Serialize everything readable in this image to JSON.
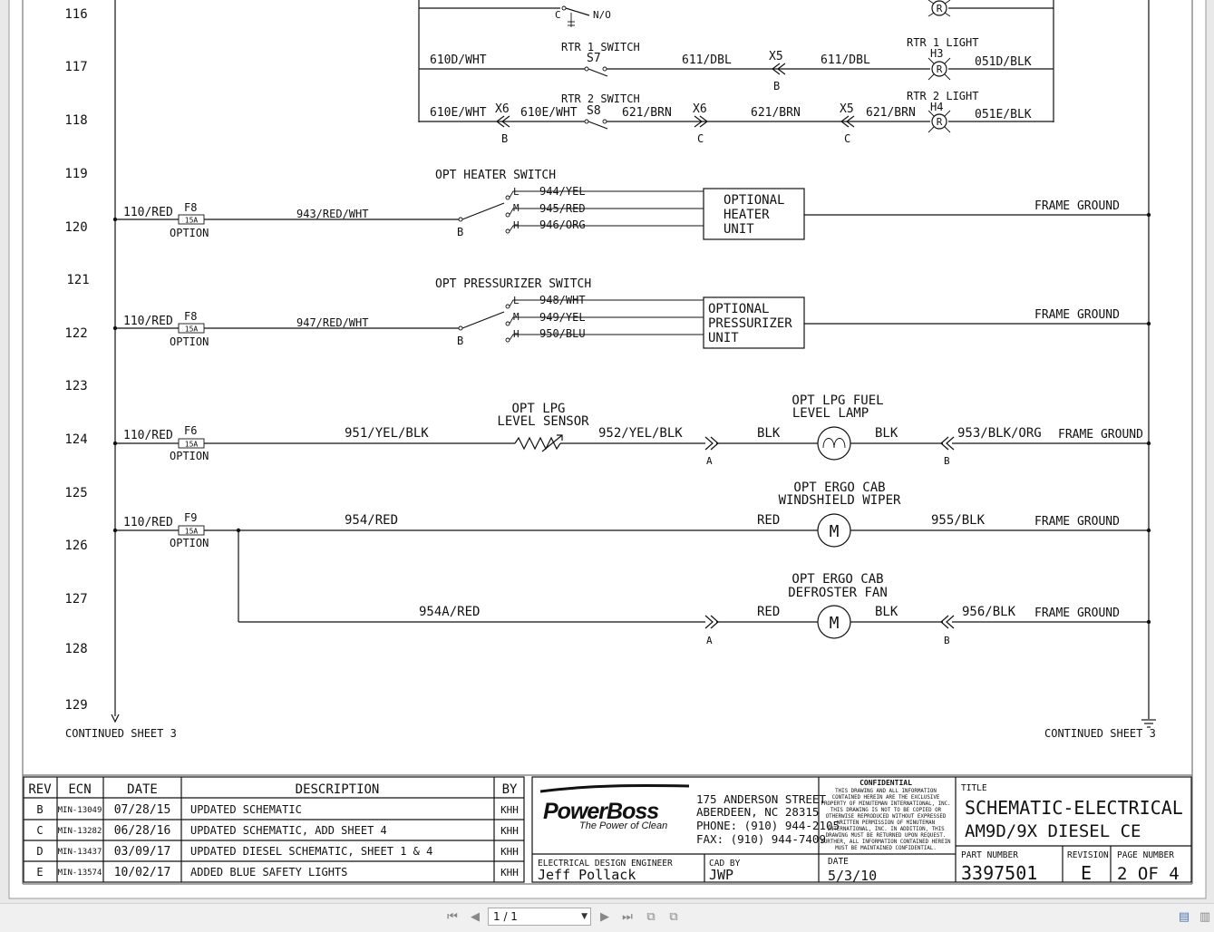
{
  "rows": [
    "116",
    "117",
    "118",
    "119",
    "120",
    "121",
    "122",
    "123",
    "124",
    "125",
    "126",
    "127",
    "128",
    "129"
  ],
  "top": {
    "c_no": "C",
    "n_o": "N/O",
    "rtr1_switch": "RTR 1 SWITCH",
    "s7": "S7",
    "rtr1_light": "RTR 1 LIGHT",
    "h3": "H3",
    "rtr2_switch": "RTR 2 SWITCH",
    "s8": "S8",
    "rtr2_light": "RTR 2 LIGHT",
    "h4": "H4",
    "lamp_r": "R",
    "w610d": "610D/WHT",
    "w611a": "611/DBL",
    "x5": "X5",
    "b": "B",
    "w611b": "611/DBL",
    "w051d": "051D/BLK",
    "w610e": "610E/WHT",
    "x6": "X6",
    "w610e2": "610E/WHT",
    "w621a": "621/BRN",
    "c": "C",
    "w621b": "621/BRN",
    "w621c": "621/BRN",
    "w051e": "051E/BLK"
  },
  "heater": {
    "title": "OPT HEATER SWITCH",
    "feed": "110/RED",
    "fuse": "F8",
    "fuse_rating": "15A",
    "option": "OPTION",
    "wire": "943/RED/WHT",
    "b": "B",
    "l": "L",
    "m": "M",
    "h": "H",
    "wl": "944/YEL",
    "wm": "945/RED",
    "wh": "946/ORG",
    "unit": [
      "OPTIONAL",
      "HEATER",
      "UNIT"
    ],
    "ground": "FRAME GROUND"
  },
  "pressurizer": {
    "title": "OPT PRESSURIZER SWITCH",
    "feed": "110/RED",
    "fuse": "F8",
    "fuse_rating": "15A",
    "option": "OPTION",
    "wire": "947/RED/WHT",
    "b": "B",
    "l": "L",
    "m": "M",
    "h": "H",
    "wl": "948/WHT",
    "wm": "949/YEL",
    "wh": "950/BLU",
    "unit": [
      "OPTIONAL",
      "PRESSURIZER",
      "UNIT"
    ],
    "ground": "FRAME GROUND"
  },
  "lpg": {
    "feed": "110/RED",
    "fuse": "F6",
    "fuse_rating": "15A",
    "option": "OPTION",
    "w1": "951/YEL/BLK",
    "sensor": [
      "OPT LPG",
      "LEVEL SENSOR"
    ],
    "w2": "952/YEL/BLK",
    "conn_a": "A",
    "blk1": "BLK",
    "lamp": [
      "OPT LPG FUEL",
      "LEVEL LAMP"
    ],
    "blk2": "BLK",
    "conn_b": "B",
    "w3": "953/BLK/ORG",
    "ground": "FRAME GROUND"
  },
  "wiper": {
    "feed": "110/RED",
    "fuse": "F9",
    "fuse_rating": "15A",
    "option": "OPTION",
    "w1": "954/RED",
    "label": [
      "OPT ERGO CAB",
      "WINDSHIELD WIPER"
    ],
    "red": "RED",
    "motor": "M",
    "w2": "955/BLK",
    "ground": "FRAME GROUND"
  },
  "defroster": {
    "w1": "954A/RED",
    "label": [
      "OPT ERGO CAB",
      "DEFROSTER FAN"
    ],
    "conn_a": "A",
    "red": "RED",
    "motor": "M",
    "blk": "BLK",
    "conn_b": "B",
    "w2": "956/BLK",
    "ground": "FRAME GROUND"
  },
  "continued_left": "CONTINUED SHEET 3",
  "continued_right": "CONTINUED SHEET 3",
  "revisions": {
    "headers": [
      "REV",
      "ECN",
      "DATE",
      "DESCRIPTION",
      "BY"
    ],
    "rows": [
      {
        "rev": "B",
        "ecn": "MIN-13049",
        "date": "07/28/15",
        "desc": "UPDATED SCHEMATIC",
        "by": "KHH"
      },
      {
        "rev": "C",
        "ecn": "MIN-13282",
        "date": "06/28/16",
        "desc": "UPDATED SCHEMATIC, ADD SHEET 4",
        "by": "KHH"
      },
      {
        "rev": "D",
        "ecn": "MIN-13437",
        "date": "03/09/17",
        "desc": "UPDATED DIESEL SCHEMATIC, SHEET 1 & 4",
        "by": "KHH"
      },
      {
        "rev": "E",
        "ecn": "MIN-13574",
        "date": "10/02/17",
        "desc": "ADDED BLUE SAFETY LIGHTS",
        "by": "KHH"
      }
    ]
  },
  "company": {
    "logo": "PowerBoss",
    "tagline": "The Power of Clean",
    "address": [
      "175 ANDERSON STREET",
      "ABERDEEN, NC 28315",
      "PHONE: (910) 944-2105",
      "FAX: (910) 944-7409"
    ]
  },
  "confidential": {
    "title": "CONFIDENTIAL",
    "body": [
      "THIS DRAWING AND ALL INFORMATION",
      "CONTAINED HEREIN ARE THE EXCLUSIVE",
      "PROPERTY OF MINUTEMAN INTERNATIONAL, INC.",
      "THIS DRAWING IS NOT TO BE COPIED OR",
      "OTHERWISE REPRODUCED WITHOUT EXPRESSED",
      "WRITTEN PERMISSION OF MINUTEMAN",
      "INTERNATIONAL, INC. IN ADDITION, THIS",
      "DRAWING MUST BE RETURNED UPON REQUEST.",
      "FURTHER, ALL INFORMATION CONTAINED HEREIN",
      "MUST BE MAINTAINED CONFIDENTIAL."
    ]
  },
  "title_block": {
    "title_label": "TITLE",
    "title": [
      "SCHEMATIC-ELECTRICAL",
      "AM9D/9X DIESEL CE"
    ],
    "engineer_label": "ELECTRICAL DESIGN ENGINEER",
    "engineer": "Jeff Pollack",
    "cad_label": "CAD BY",
    "cad": "JWP",
    "date_label": "DATE",
    "date": "5/3/10",
    "part_label": "PART NUMBER",
    "part": "3397501",
    "revision_label": "REVISION",
    "revision": "E",
    "page_label": "PAGE NUMBER",
    "page": "2 OF 4"
  },
  "viewer": {
    "page_indicator": "1 / 1"
  }
}
